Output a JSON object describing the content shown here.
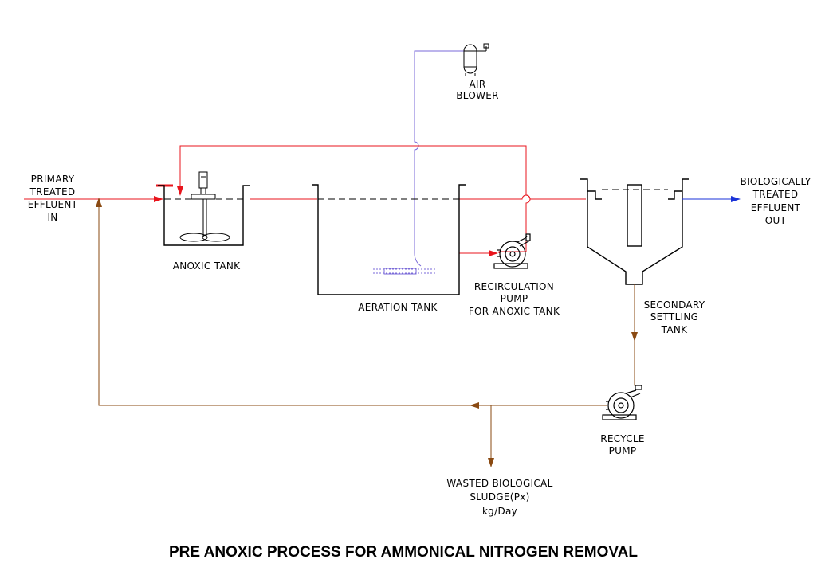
{
  "title": "PRE ANOXIC PROCESS FOR AMMONICAL NITROGEN REMOVAL",
  "labels": {
    "influent": [
      "PRIMARY",
      "TREATED",
      "EFFLUENT",
      "IN"
    ],
    "anoxic_tank": "ANOXIC TANK",
    "aeration_tank": "AERATION TANK",
    "air_blower": [
      "AIR",
      "BLOWER"
    ],
    "recirculation_pump": [
      "RECIRCULATION",
      "PUMP",
      "FOR ANOXIC TANK"
    ],
    "secondary_settling_tank": [
      "SECONDARY",
      "SETTLING",
      "TANK"
    ],
    "effluent": [
      "BIOLOGICALLY",
      "TREATED",
      "EFFLUENT",
      "OUT"
    ],
    "recycle_pump": [
      "RECYCLE",
      "PUMP"
    ],
    "wasted_sludge": [
      "WASTED BIOLOGICAL",
      "SLUDGE(Px)",
      "kg/Day"
    ]
  },
  "colors": {
    "main_flow": "#e8141c",
    "recycle_flow": "#8a4a12",
    "air_line": "#7a6ad8",
    "effluent_flow": "#1a32d8",
    "equipment": "#000000"
  }
}
